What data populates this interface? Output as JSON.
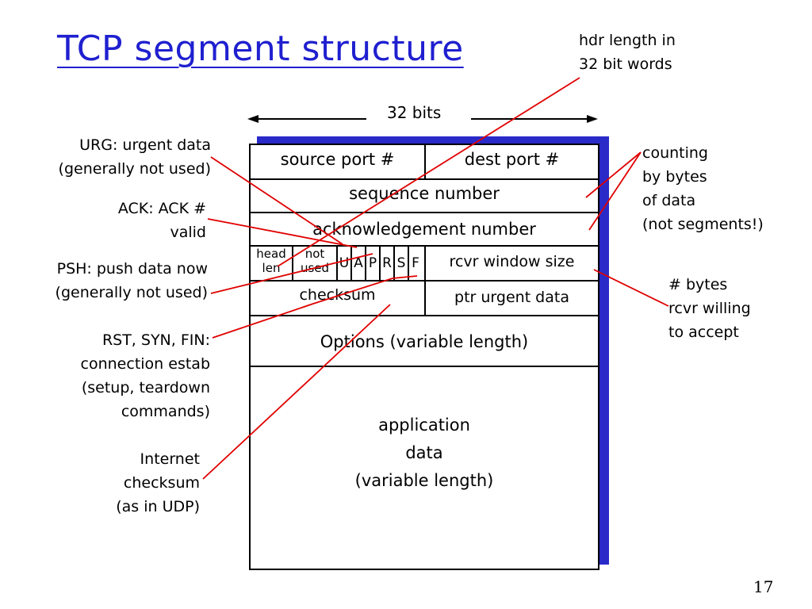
{
  "title": "TCP segment structure",
  "width_label": "32 bits",
  "page_number": "17",
  "fields": {
    "source_port": "source port #",
    "dest_port": "dest port #",
    "sequence_number": "sequence number",
    "ack_number": "acknowledgement number",
    "head_len": [
      "head",
      "len"
    ],
    "not_used": [
      "not",
      "used"
    ],
    "flags": [
      "U",
      "A",
      "P",
      "R",
      "S",
      "F"
    ],
    "window_size": "rcvr window size",
    "checksum": "checksum",
    "urgent_ptr": "ptr urgent data",
    "options": "Options (variable length)",
    "app_data": [
      "application",
      "data",
      "(variable length)"
    ]
  },
  "annotations": {
    "hdr_length": [
      "hdr length in",
      "32 bit words"
    ],
    "urg": [
      "URG: urgent data",
      "(generally not used)"
    ],
    "ack": [
      "ACK: ACK #",
      "valid"
    ],
    "psh": [
      "PSH: push data now",
      "(generally not used)"
    ],
    "rst_syn_fin": [
      "RST, SYN, FIN:",
      "connection estab",
      "(setup, teardown",
      "commands)"
    ],
    "internet_checksum": [
      "Internet",
      "checksum",
      "(as in UDP)"
    ],
    "counting": [
      "counting",
      "by bytes",
      "of data",
      "(not segments!)"
    ],
    "rcvr_bytes": [
      "# bytes",
      "rcvr willing",
      "to accept"
    ]
  },
  "colors": {
    "title": "#1f1fd0",
    "shadow": "#2a2ac8",
    "leader_lines": "#e00000"
  }
}
